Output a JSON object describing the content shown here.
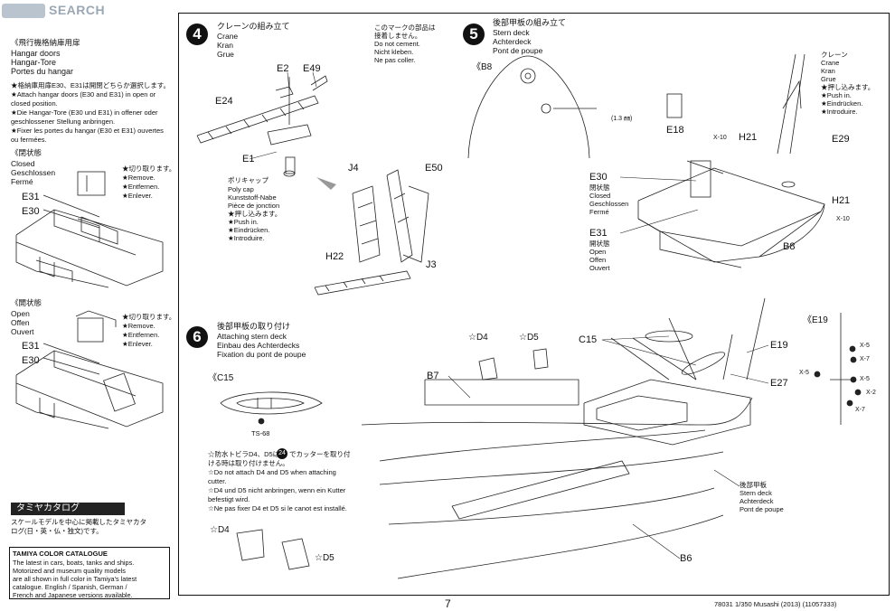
{
  "watermark": "SEARCH",
  "left": {
    "hangar_title": "《飛行機格納庫用扉",
    "hangar_lines": [
      "Hangar doors",
      "Hangar-Tore",
      "Portes du hangar"
    ],
    "hangar_notes": [
      "★格納庫用扉E30、E31は開閉どちらか選択します。",
      "★Attach hangar doors (E30 and E31) in open or",
      "closed position.",
      "★Die Hangar-Tore (E30 und E31) in offener oder",
      "geschlossener Stellung anbringen.",
      "★Fixer les portes du hangar (E30 et E31) ouvertes",
      "ou fermées."
    ],
    "closed_title": "《閉状態",
    "closed_lines": [
      "Closed",
      "Geschlossen",
      "Fermé"
    ],
    "closed_notes": [
      "★切り取ります。",
      "★Remove.",
      "★Entfernen.",
      "★Enlever."
    ],
    "closed_e31": "E31",
    "closed_e30": "E30",
    "open_title": "《開状態",
    "open_lines": [
      "Open",
      "Offen",
      "Ouvert"
    ],
    "open_notes": [
      "★切り取ります。",
      "★Remove.",
      "★Entfernen.",
      "★Enlever."
    ],
    "open_e31": "E31",
    "open_e30": "E30",
    "catalog_bar": "タミヤカタログ",
    "catalog_jp": [
      "スケールモデルを中心に掲載したタミヤカタ",
      "ログ(日・英・仏・独文)です。"
    ],
    "catalog_title": "TAMIYA COLOR CATALOGUE",
    "catalog_lines": [
      "The latest in cars, boats, tanks and ships.",
      "Motorized and museum quality models",
      "are all shown in full color in Tamiya's latest",
      "catalogue. English / Spanish, German /",
      "French and Japanese versions available."
    ]
  },
  "step4": {
    "num": "4",
    "title_jp": "クレーンの組み立て",
    "title_lines": [
      "Crane",
      "Kran",
      "Grue"
    ],
    "note_jp": [
      "このマークの部品は",
      "接着しません。"
    ],
    "note_lines": [
      "Do not cement.",
      "Nicht kleben.",
      "Ne pas coller."
    ],
    "parts": {
      "e2": "E2",
      "e49": "E49",
      "e24": "E24",
      "e1": "E1",
      "j4": "J4",
      "e50": "E50",
      "h22": "H22",
      "j3": "J3"
    },
    "polycap_lines": [
      "ポリキャップ",
      "Poly cap",
      "Kunststoff-Nabe",
      "Pièce de jonction",
      "★押し込みます。",
      "★Push in.",
      "★Eindrücken.",
      "★Introduire."
    ]
  },
  "step5": {
    "num": "5",
    "title_jp": "後部甲板の組み立て",
    "title_lines": [
      "Stern deck",
      "Achterdeck",
      "Pont de poupe"
    ],
    "b8_callout": "《B8",
    "dim": "(1.3 ㎜)",
    "crane_lines": [
      "クレーン",
      "Crane",
      "Kran",
      "Grue",
      "★押し込みます。",
      "★Push in.",
      "★Eindrücken.",
      "★Introduire."
    ],
    "parts": {
      "e18": "E18",
      "x10a": "X-10",
      "h21a": "H21",
      "e29": "E29",
      "e30": "E30",
      "e31": "E31",
      "h21b": "H21",
      "x10b": "X-10",
      "b8": "B8"
    },
    "e30_lines": [
      "閉状態",
      "Closed",
      "Geschlossen",
      "Fermé"
    ],
    "e31_lines": [
      "開状態",
      "Open",
      "Offen",
      "Ouvert"
    ]
  },
  "step6": {
    "num": "6",
    "title_jp": "後部甲板の取り付け",
    "title_lines": [
      "Attaching stern deck",
      "Einbau des Achterdecks",
      "Fixation du pont de poupe"
    ],
    "c15_callout": "《C15",
    "ts68": "TS-68",
    "note_lines": [
      "☆防水トビラD4、D5は",
      "でカッターを取り付",
      "ける時は取り付けません。",
      "☆Do not attach D4 and D5 when attaching",
      "cutter.",
      "☆D4 und D5 nicht anbringen, wenn ein Kutter",
      "befestigt wird.",
      "☆Ne pas fixer D4 et D5 si le canot est installé."
    ],
    "badge": "24",
    "d4a": "☆D4",
    "d5a": "☆D5",
    "parts": {
      "d4": "☆D4",
      "d5": "☆D5",
      "c15": "C15",
      "e19": "E19",
      "b7": "B7",
      "e27": "E27",
      "b6": "B6"
    },
    "stern_lines": [
      "後部甲板",
      "Stern deck",
      "Achterdeck",
      "Pont de poupe"
    ],
    "e19_callout": "《E19",
    "x_labels": [
      "X-5",
      "X-7",
      "X-5",
      "X-5",
      "X-2",
      "X-7"
    ]
  },
  "footer": {
    "page": "7",
    "code": "78031  1/350 Musashi (2013) (11057333)"
  }
}
